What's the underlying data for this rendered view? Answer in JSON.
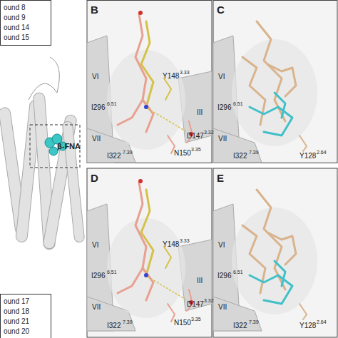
{
  "diagram": {
    "nodes": [
      {
        "text": [
          "ound 8",
          "ound 9",
          "ound 14",
          "ound 15"
        ]
      },
      {
        "text": [
          "ound 17",
          "ound 18",
          "ound 21",
          "ound 20"
        ]
      }
    ],
    "labels": [
      "β-FNA",
      "B",
      "VI",
      "Y148",
      "3.33",
      "I296",
      "6.51",
      "III",
      "D147",
      "3.32",
      "VII",
      "I322",
      "7.39",
      "N150",
      "3.35",
      "C",
      "VI",
      "I296",
      "6.51",
      "VII",
      "I322",
      "7.39",
      "Y128",
      "2.64",
      "D",
      "VI",
      "Y148",
      "3.33",
      "I296",
      "6.51",
      "III",
      "D147",
      "3.32",
      "VII",
      "I322",
      "7.39",
      "N150",
      "3.35",
      "E",
      "VI",
      "I296",
      "6.51",
      "VII",
      "I322",
      "7.39",
      "Y128",
      "2.64"
    ]
  }
}
